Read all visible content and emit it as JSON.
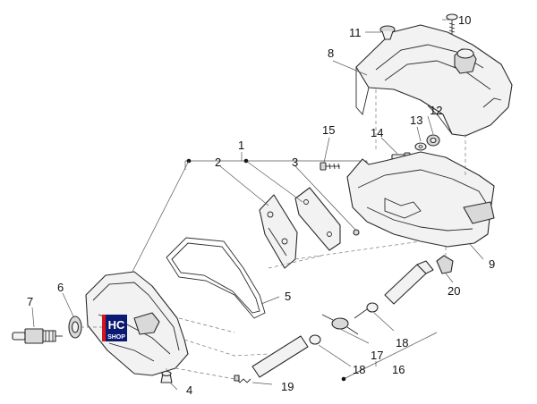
{
  "callouts": {
    "c1": "1",
    "c2": "2",
    "c3": "3",
    "c4": "4",
    "c5": "5",
    "c6": "6",
    "c7": "7",
    "c8": "8",
    "c9": "9",
    "c10": "10",
    "c11": "11",
    "c12": "12",
    "c13": "13",
    "c14": "14",
    "c15": "15",
    "c16": "16",
    "c17": "17",
    "c18a": "18",
    "c18b": "18",
    "c19": "19",
    "c20": "20"
  },
  "logo": {
    "line1": "HC",
    "line2": "SHOP"
  },
  "colors": {
    "logo_blue": "#0b1a73",
    "logo_red": "#d4151d",
    "line": "#2a2a2a"
  }
}
